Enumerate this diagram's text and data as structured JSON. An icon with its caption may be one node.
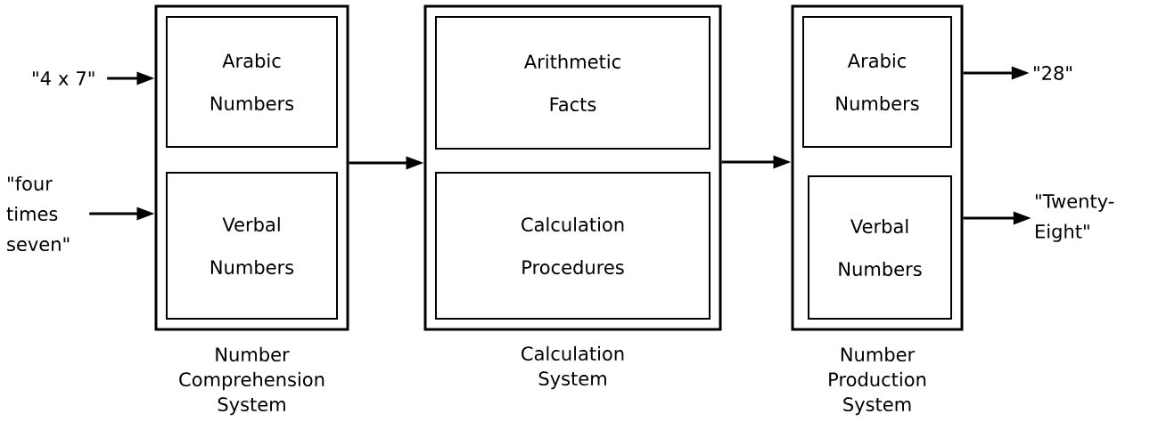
{
  "diagram": {
    "nodes": [
      {
        "text": [
          "Number Comprehension System"
        ]
      },
      {
        "text": [
          "Arabic Numbers"
        ],
        "in": 0
      },
      {
        "text": [
          "Verbal Numbers"
        ],
        "in": 0
      },
      {
        "text": [
          "Calculation System"
        ]
      },
      {
        "text": [
          "Arithmetic Facts"
        ],
        "in": 3
      },
      {
        "text": [
          "Calculation Procedures"
        ],
        "in": 3
      },
      {
        "text": [
          "Number Production System"
        ]
      },
      {
        "text": [
          "Arabic Numbers"
        ],
        "in": 6
      },
      {
        "text": [
          "Verbal Numbers"
        ],
        "in": 6
      },
      {
        "text": [
          "\"4 x 7\""
        ]
      },
      {
        "text": [
          "\"four times seven\""
        ]
      },
      {
        "text": [
          "\"28\""
        ]
      },
      {
        "text": [
          "\"Twenty-Eight\""
        ]
      }
    ],
    "edges": [
      {
        "from": 9,
        "to": 0,
        "arrow": "to"
      },
      {
        "from": 10,
        "to": 0,
        "arrow": "to"
      },
      {
        "from": 0,
        "to": 3,
        "arrow": "to"
      },
      {
        "from": 3,
        "to": 6,
        "arrow": "to"
      },
      {
        "from": 6,
        "to": 11,
        "arrow": "to"
      },
      {
        "from": 6,
        "to": 12,
        "arrow": "to"
      }
    ]
  }
}
